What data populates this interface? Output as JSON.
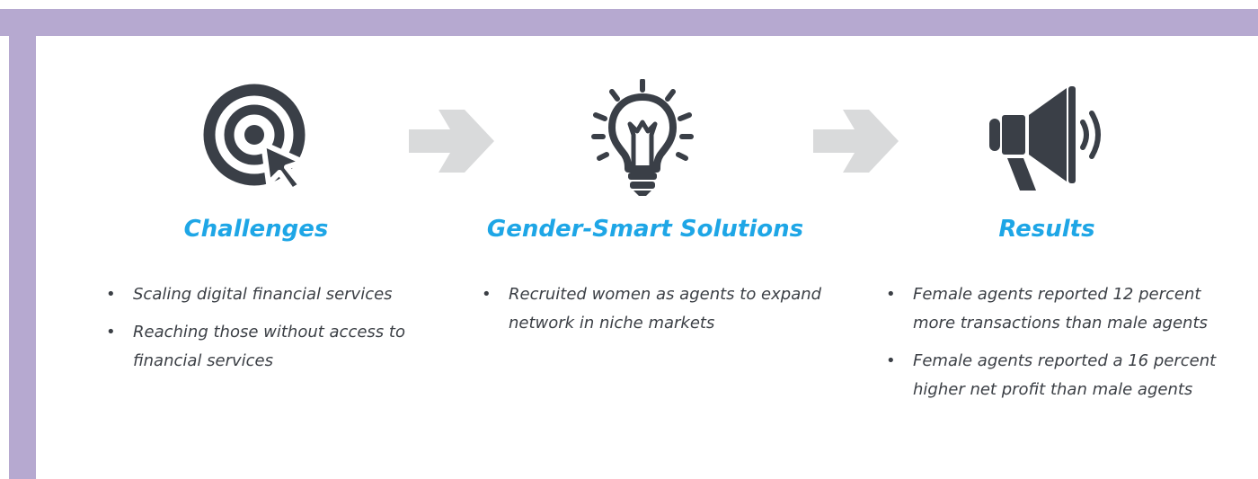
{
  "columns": [
    {
      "icon": "target-cursor-icon",
      "title": "Challenges",
      "bullets": [
        "Scaling digital financial services",
        "Reaching those without access to financial services"
      ]
    },
    {
      "icon": "lightbulb-icon",
      "title": "Gender-Smart Solutions",
      "bullets": [
        "Recruited women as agents to expand network in niche markets"
      ]
    },
    {
      "icon": "megaphone-icon",
      "title": "Results",
      "bullets": [
        "Female agents reported 12 percent more transactions than male agents",
        "Female agents reported a 16 percent higher net profit than male agents"
      ]
    }
  ],
  "colors": {
    "frame": "#b6a9d0",
    "title": "#1ea6e6",
    "icon": "#3a3f47",
    "arrow": "#d9dadb",
    "text": "#3b3f45"
  },
  "bullet_glyph": "•"
}
